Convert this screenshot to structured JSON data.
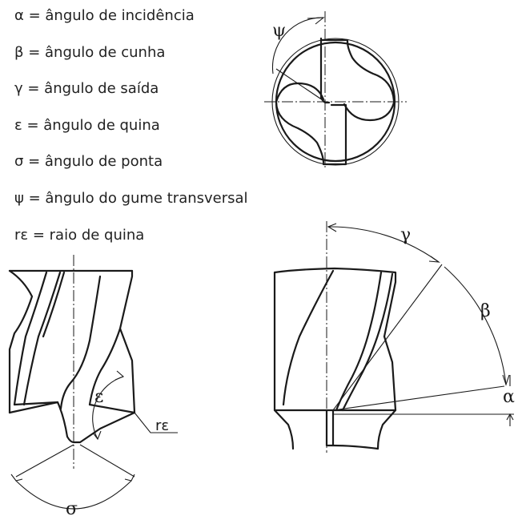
{
  "legend": [
    {
      "symbol": "α",
      "text": "α = ângulo de incidência"
    },
    {
      "symbol": "β",
      "text": "β = ângulo de cunha"
    },
    {
      "symbol": "γ",
      "text": "γ = ângulo de saída"
    },
    {
      "symbol": "ε",
      "text": "ε = ângulo de quina"
    },
    {
      "symbol": "σ",
      "text": "σ = ângulo de ponta"
    },
    {
      "symbol": "ψ",
      "text": "ψ = ângulo do gume transversal"
    },
    {
      "symbol": "rε",
      "text": "rε = raio de quina"
    }
  ],
  "labels": {
    "psi": "ψ",
    "gamma": "γ",
    "beta": "β",
    "alpha": "α",
    "epsilon": "ε",
    "r_epsilon": "rε",
    "sigma": "σ"
  }
}
